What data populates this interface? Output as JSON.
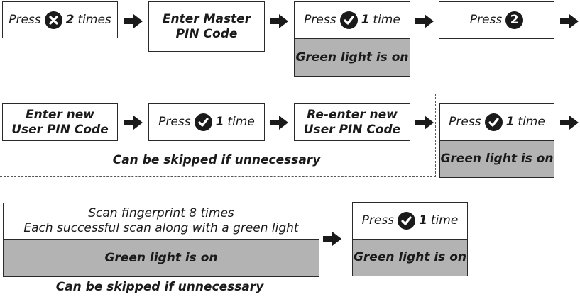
{
  "row1": {
    "step1": {
      "press": "Press",
      "count": "2",
      "unit": "times"
    },
    "step2": {
      "line1": "Enter Master",
      "line2": "PIN Code"
    },
    "step3": {
      "press": "Press",
      "count": "1",
      "unit": "time",
      "status": "Green light is on"
    },
    "step4": {
      "press": "Press",
      "key": "2"
    }
  },
  "row2": {
    "step1": {
      "line1": "Enter new",
      "line2": "User PIN Code"
    },
    "step2": {
      "press": "Press",
      "count": "1",
      "unit": "time"
    },
    "step3": {
      "line1": "Re-enter new",
      "line2": "User PIN Code"
    },
    "caption": "Can be skipped if unnecessary",
    "step4": {
      "press": "Press",
      "count": "1",
      "unit": "time",
      "status": "Green light is on"
    }
  },
  "row3": {
    "scan": {
      "line1": "Scan fingerprint 8 times",
      "line2": "Each successful scan along with a green light",
      "status": "Green light is on"
    },
    "caption": "Can be skipped if unnecessary",
    "step2": {
      "press": "Press",
      "count": "1",
      "unit": "time",
      "status": "Green light is on"
    }
  },
  "icons": [
    "close-icon",
    "check-icon",
    "number-2-icon",
    "arrow-right-icon"
  ],
  "colors": {
    "box_border": "#2a2a2a",
    "status_fill": "#b3b3b3",
    "icon_fill": "#1a1a1a"
  }
}
